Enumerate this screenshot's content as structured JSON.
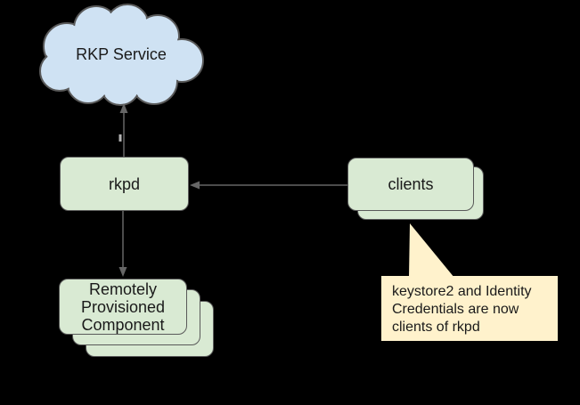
{
  "colors": {
    "background": "#000000",
    "cloud_fill": "#cfe2f3",
    "node_fill": "#d9ead3",
    "node_border": "#595959",
    "callout_fill": "#fff2cc",
    "connector": "#666666",
    "text": "#1a1a1a"
  },
  "cloud": {
    "label": "RKP Service"
  },
  "nodes": {
    "rkpd": {
      "label": "rkpd"
    },
    "clients": {
      "label": "clients",
      "stack_count": 2
    },
    "rpc": {
      "label": "Remotely Provisioned Component",
      "stack_count": 3
    }
  },
  "callout": {
    "text": "keystore2 and Identity Credentials are now clients of rkpd"
  },
  "connectors": [
    {
      "from": "rkpd",
      "to": "RKP Service",
      "arrow": "up"
    },
    {
      "from": "clients",
      "to": "rkpd",
      "arrow": "left"
    },
    {
      "from": "rkpd",
      "to": "Remotely Provisioned Component",
      "arrow": "down"
    }
  ]
}
